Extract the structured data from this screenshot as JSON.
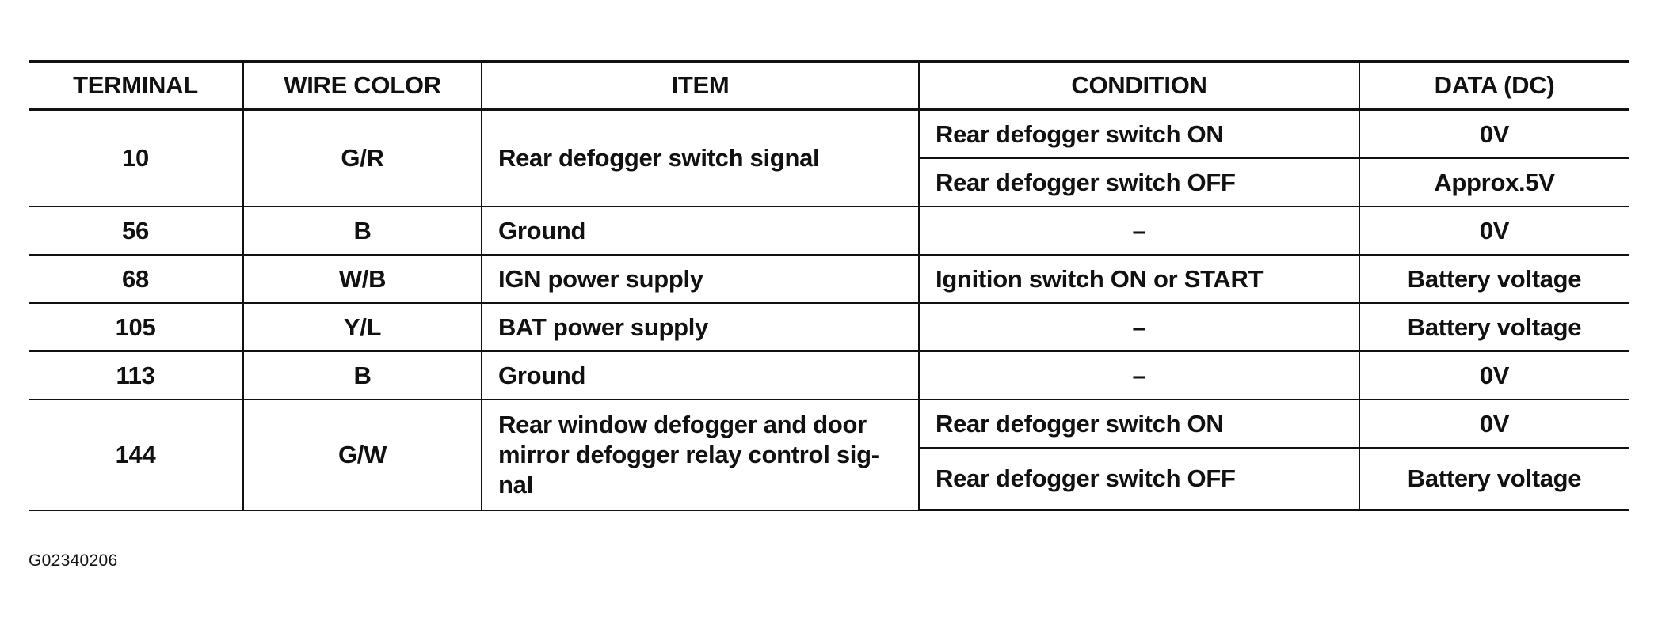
{
  "table": {
    "headers": {
      "terminal": "TERMINAL",
      "wire_color": "WIRE COLOR",
      "item": "ITEM",
      "condition": "CONDITION",
      "data": "DATA (DC)"
    },
    "rows": [
      {
        "terminal": "10",
        "wire_color": "G/R",
        "item": "Rear defogger switch signal",
        "conditions": [
          {
            "condition": "Rear defogger switch ON",
            "data": "0V"
          },
          {
            "condition": "Rear defogger switch OFF",
            "data": "Approx.5V"
          }
        ]
      },
      {
        "terminal": "56",
        "wire_color": "B",
        "item": "Ground",
        "conditions": [
          {
            "condition": "–",
            "data": "0V"
          }
        ]
      },
      {
        "terminal": "68",
        "wire_color": "W/B",
        "item": "IGN power supply",
        "conditions": [
          {
            "condition": "Ignition switch ON or START",
            "data": "Battery voltage"
          }
        ]
      },
      {
        "terminal": "105",
        "wire_color": "Y/L",
        "item": "BAT power supply",
        "conditions": [
          {
            "condition": "–",
            "data": "Battery voltage"
          }
        ]
      },
      {
        "terminal": "113",
        "wire_color": "B",
        "item": "Ground",
        "conditions": [
          {
            "condition": "–",
            "data": "0V"
          }
        ]
      },
      {
        "terminal": "144",
        "wire_color": "G/W",
        "item": "Rear window defogger and door mirror defogger relay control sig-nal",
        "conditions": [
          {
            "condition": "Rear defogger switch ON",
            "data": "0V"
          },
          {
            "condition": "Rear defogger switch OFF",
            "data": "Battery voltage"
          }
        ]
      }
    ]
  },
  "figure_id": "G02340206"
}
